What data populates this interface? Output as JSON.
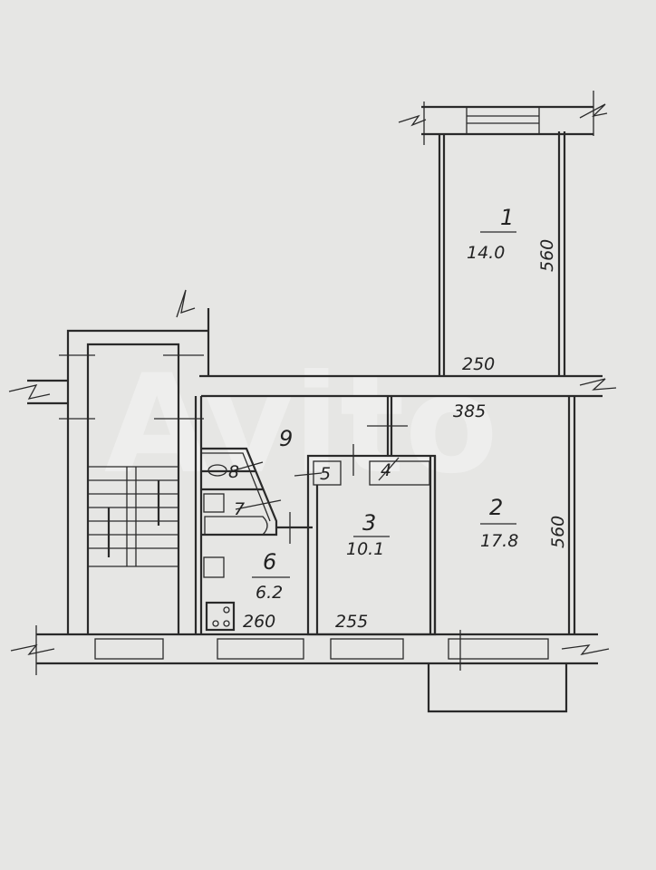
{
  "watermark": "Avito",
  "rooms": [
    {
      "number": "1",
      "area": "14.0",
      "length": "560"
    },
    {
      "number": "2",
      "area": "17.8",
      "length": "560"
    },
    {
      "number": "3",
      "area": "10.1",
      "width": "255"
    },
    {
      "number": "4"
    },
    {
      "number": "5"
    },
    {
      "number": "6",
      "area": "6.2",
      "width": "260"
    },
    {
      "number": "7"
    },
    {
      "number": "8"
    },
    {
      "number": "9"
    }
  ],
  "dimensions": {
    "room1_width": "250",
    "room2_width": "385"
  }
}
